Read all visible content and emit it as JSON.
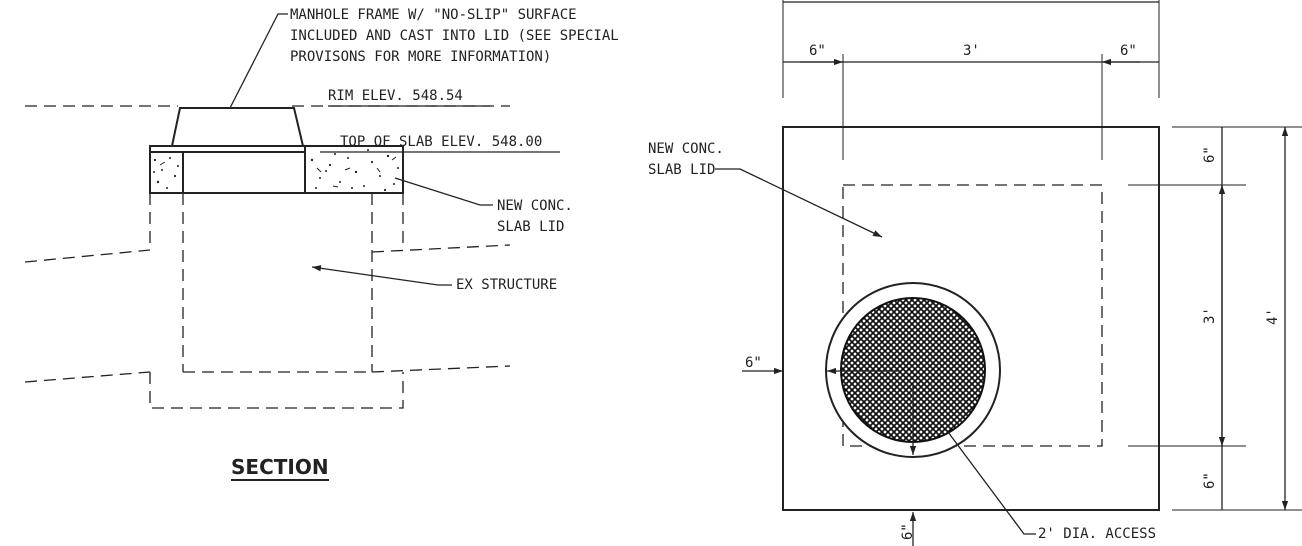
{
  "section": {
    "frame_note": [
      "MANHOLE FRAME W/ \"NO-SLIP\" SURFACE",
      "INCLUDED AND CAST INTO LID (SEE SPECIAL",
      "PROVISONS FOR MORE INFORMATION)"
    ],
    "rim_elev": "RIM ELEV. 548.54",
    "slab_elev": "TOP OF SLAB ELEV. 548.00",
    "slab_lid": [
      "NEW CONC.",
      "SLAB LID"
    ],
    "ex_structure": "EX STRUCTURE",
    "title": "SECTION"
  },
  "plan": {
    "slab_lid": [
      "NEW CONC.",
      "SLAB LID"
    ],
    "dim_top_left": "6\"",
    "dim_top_mid": "3'",
    "dim_top_right": "6\"",
    "dim_right_top": "6\"",
    "dim_right_mid": "3'",
    "dim_right_overall": "4'",
    "dim_right_bottom": "6\"",
    "dim_left": "6\"",
    "dim_bottom": "6\"",
    "access": "2' DIA. ACCESS"
  }
}
